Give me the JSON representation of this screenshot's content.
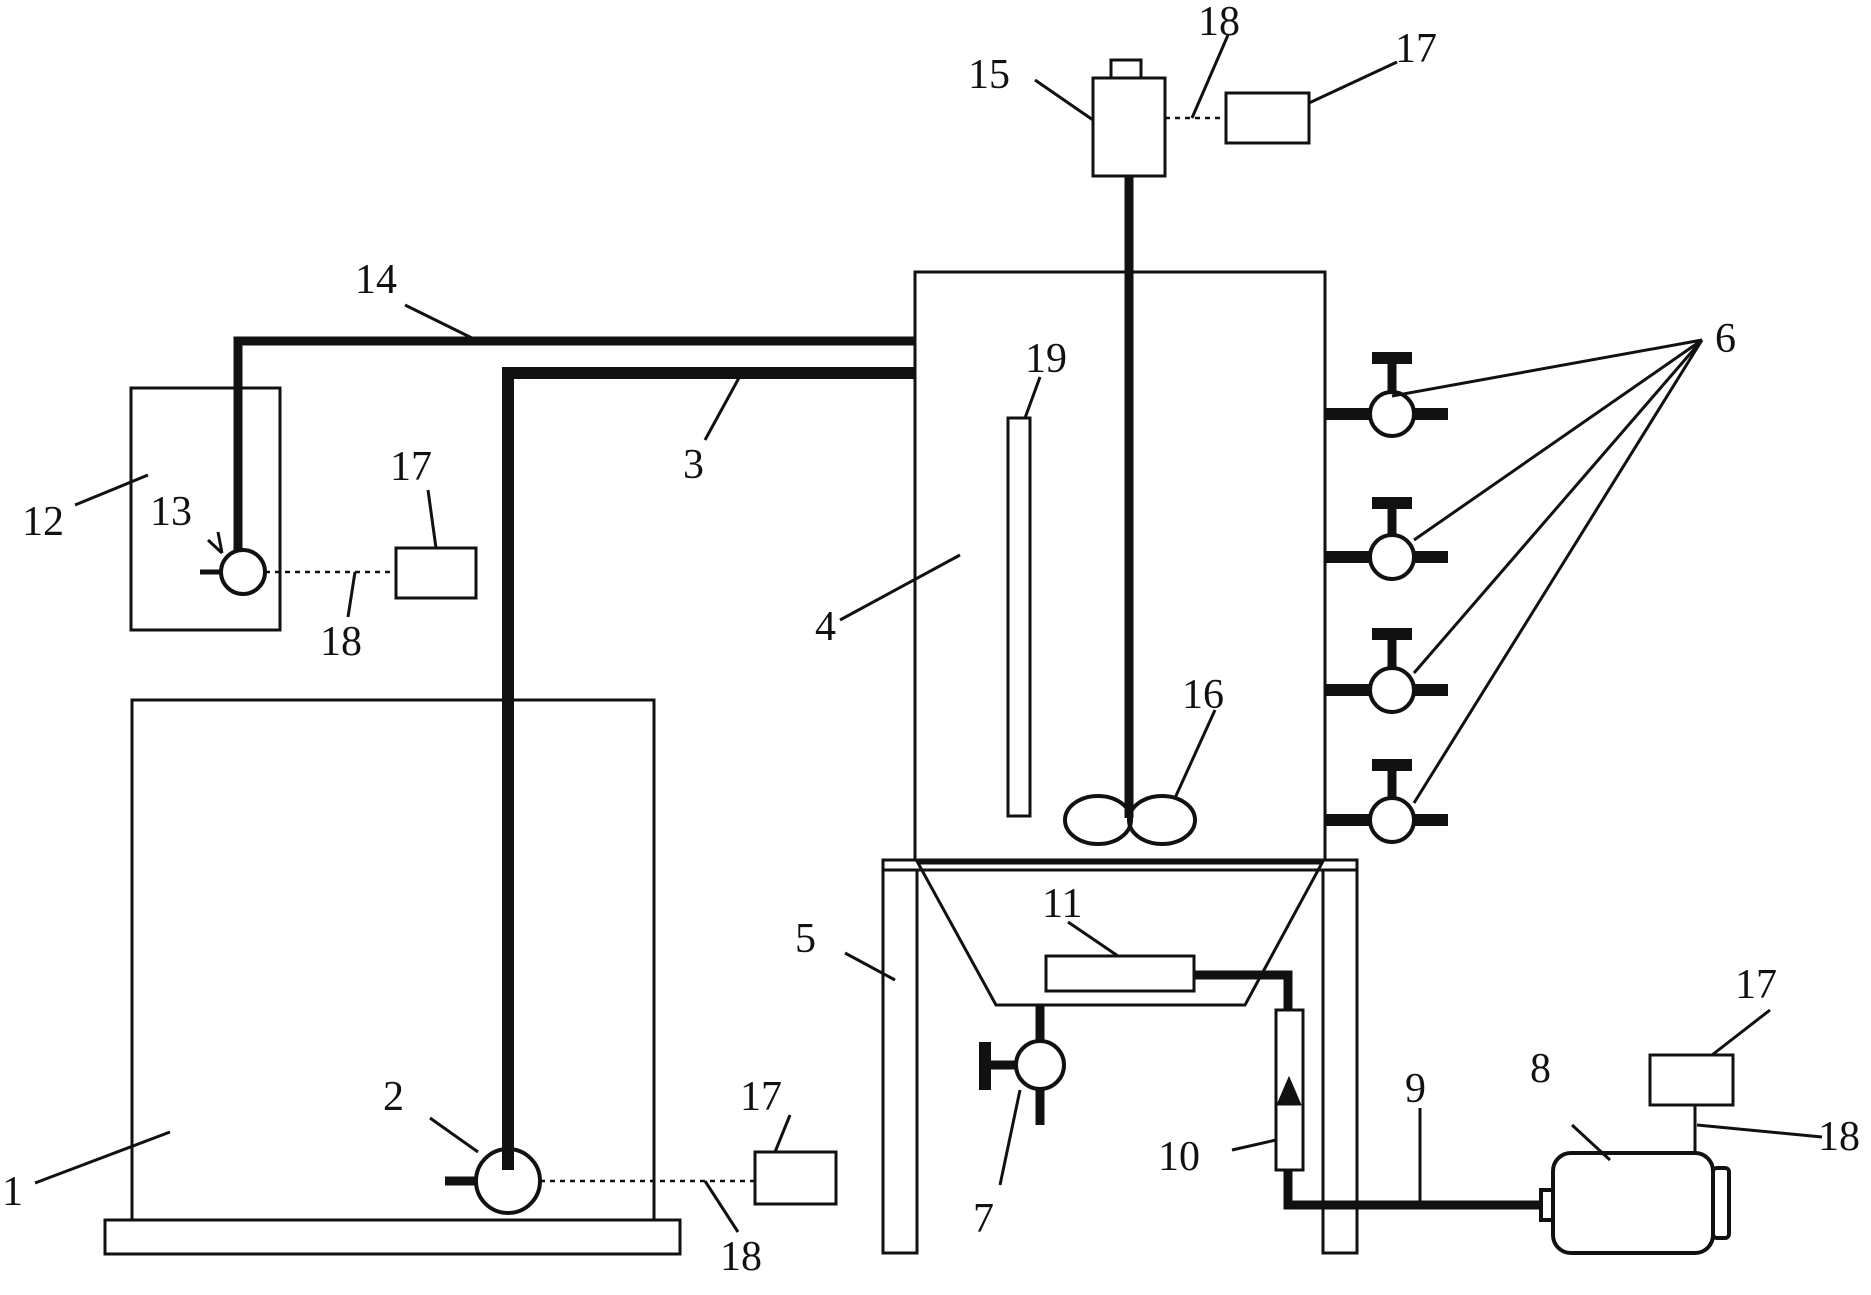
{
  "labels": {
    "tank": "1",
    "pump": "2",
    "feed_pipe": "3",
    "reactor": "4",
    "stand": "5",
    "sample_valves": "6",
    "drain_valve": "7",
    "blower": "8",
    "air_pipe": "9",
    "flowmeter": "10",
    "aerator": "11",
    "dosing_tank": "12",
    "dosing_pump": "13",
    "dosing_pipe": "14",
    "motor": "15",
    "impeller": "16",
    "controller": "17",
    "signal_line": "18",
    "probe": "19"
  },
  "icons": {
    "valve": "valve-icon",
    "pump": "pump-icon",
    "motor": "motor-icon",
    "blower": "blower-icon",
    "impeller": "impeller-icon"
  }
}
